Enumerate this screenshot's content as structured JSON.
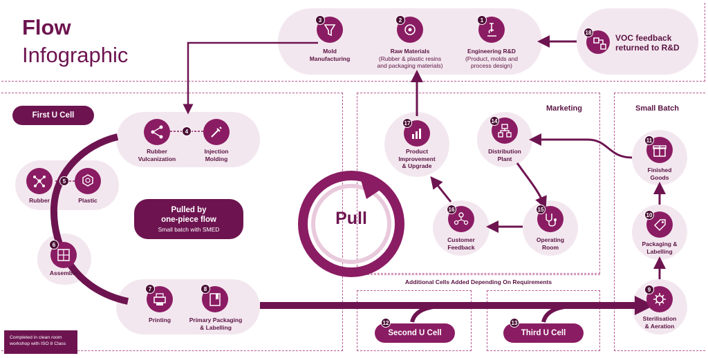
{
  "title": {
    "line1": "Flow",
    "line2": "Infographic"
  },
  "top_steps": [
    {
      "num": "3",
      "label": "Mold",
      "label2": "Manufacturing",
      "sub": "",
      "sub2": ""
    },
    {
      "num": "2",
      "label": "Raw Materials",
      "label2": "",
      "sub": "(Rubber & plastic resins",
      "sub2": "and packaging materials)"
    },
    {
      "num": "1",
      "label": "Engineering R&D",
      "label2": "",
      "sub": "(Product, molds and",
      "sub2": "process design)"
    }
  ],
  "voc": {
    "num": "18",
    "line1": "VOC feedback",
    "line2": "returned to R&D"
  },
  "first_u_cell": {
    "label": "First U Cell"
  },
  "cell_steps": {
    "rubber_vulc": {
      "label": "Rubber",
      "label2": "Vulcanization"
    },
    "step4": {
      "num": "4"
    },
    "injection": {
      "label": "Injection",
      "label2": "Molding"
    },
    "rubber": {
      "label": "Rubber"
    },
    "step5": {
      "num": "5"
    },
    "plastic": {
      "label": "Plastic"
    },
    "assemble": {
      "num": "6",
      "label": "Assemble"
    },
    "printing": {
      "num": "7",
      "label": "Printing"
    },
    "primary_pack": {
      "num": "8",
      "label": "Primary Packaging",
      "label2": "& Labelling"
    }
  },
  "pulled": {
    "line1": "Pulled by",
    "line2": "one-piece flow",
    "line3": "Small batch with SMED"
  },
  "pull_label": "Pull",
  "marketing": {
    "header": "Marketing",
    "product_improvement": {
      "num": "17",
      "label": "Product",
      "label2": "Improvement",
      "label3": "& Upgrade"
    },
    "distribution": {
      "num": "14",
      "label": "Distribution",
      "label2": "Plant"
    },
    "customer_feedback": {
      "num": "16",
      "label": "Customer",
      "label2": "Feedback"
    },
    "operating_room": {
      "num": "15",
      "label": "Operating",
      "label2": "Room"
    }
  },
  "small_batch": {
    "header": "Small Batch",
    "finished_goods": {
      "num": "11",
      "label": "Finished",
      "label2": "Goods"
    },
    "packaging": {
      "num": "10",
      "label": "Packaging &",
      "label2": "Labelling"
    },
    "sterilisation": {
      "num": "9",
      "label": "Sterilisation",
      "label2": "& Aeration"
    }
  },
  "additional": {
    "header": "Additional Cells Added Depending On Requirements",
    "second": {
      "num": "12",
      "label": "Second U Cell"
    },
    "third": {
      "num": "13",
      "label": "Third U Cell"
    }
  },
  "footnote": {
    "line1": "Completed in clean room",
    "line2": "workshop with ISO 8 Class"
  },
  "colors": {
    "primary": "#8a1c63",
    "dark": "#6d1450",
    "light": "#f3e7ef",
    "dash": "#b5558f"
  }
}
